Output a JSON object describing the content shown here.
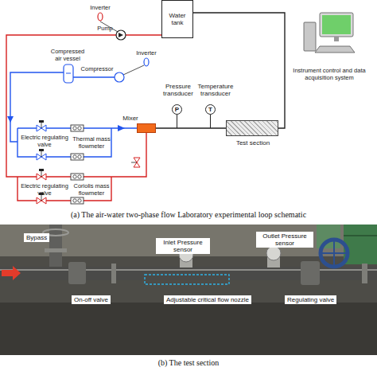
{
  "diagram": {
    "nodes": [
      {
        "text": [
          "Water tank"
        ]
      },
      {
        "text": [
          "Mixer"
        ]
      },
      {
        "text": [
          "Pressure transducer",
          "P"
        ]
      },
      {
        "text": [
          "Temperature transducer",
          "T"
        ]
      },
      {
        "text": [
          "Test section"
        ]
      }
    ],
    "edges": [
      {
        "from": 0,
        "to": 1,
        "arrow": "none"
      },
      {
        "from": 1,
        "to": 4,
        "arrow": "none"
      },
      {
        "from": 4,
        "to": 0,
        "arrow": "none"
      }
    ],
    "labels": [
      "Inverter",
      "Pump",
      "Inverter",
      "Compressed air vessel",
      "Compressor",
      "Electric regulating valve",
      "Thermal mass flowmeter",
      "Electric regulating valve",
      "Coriolis mass flowmeter",
      "Instrument control and data acquisition system",
      "(a) The air-water two-phase flow Laboratory experimental loop schematic",
      "Bypass",
      "Inlet Pressure sensor",
      "Outlet Pressure sensor",
      "On-off valve",
      "Adjustable critical flow nozzle",
      "Regulating valve",
      "(b) The test section"
    ]
  }
}
